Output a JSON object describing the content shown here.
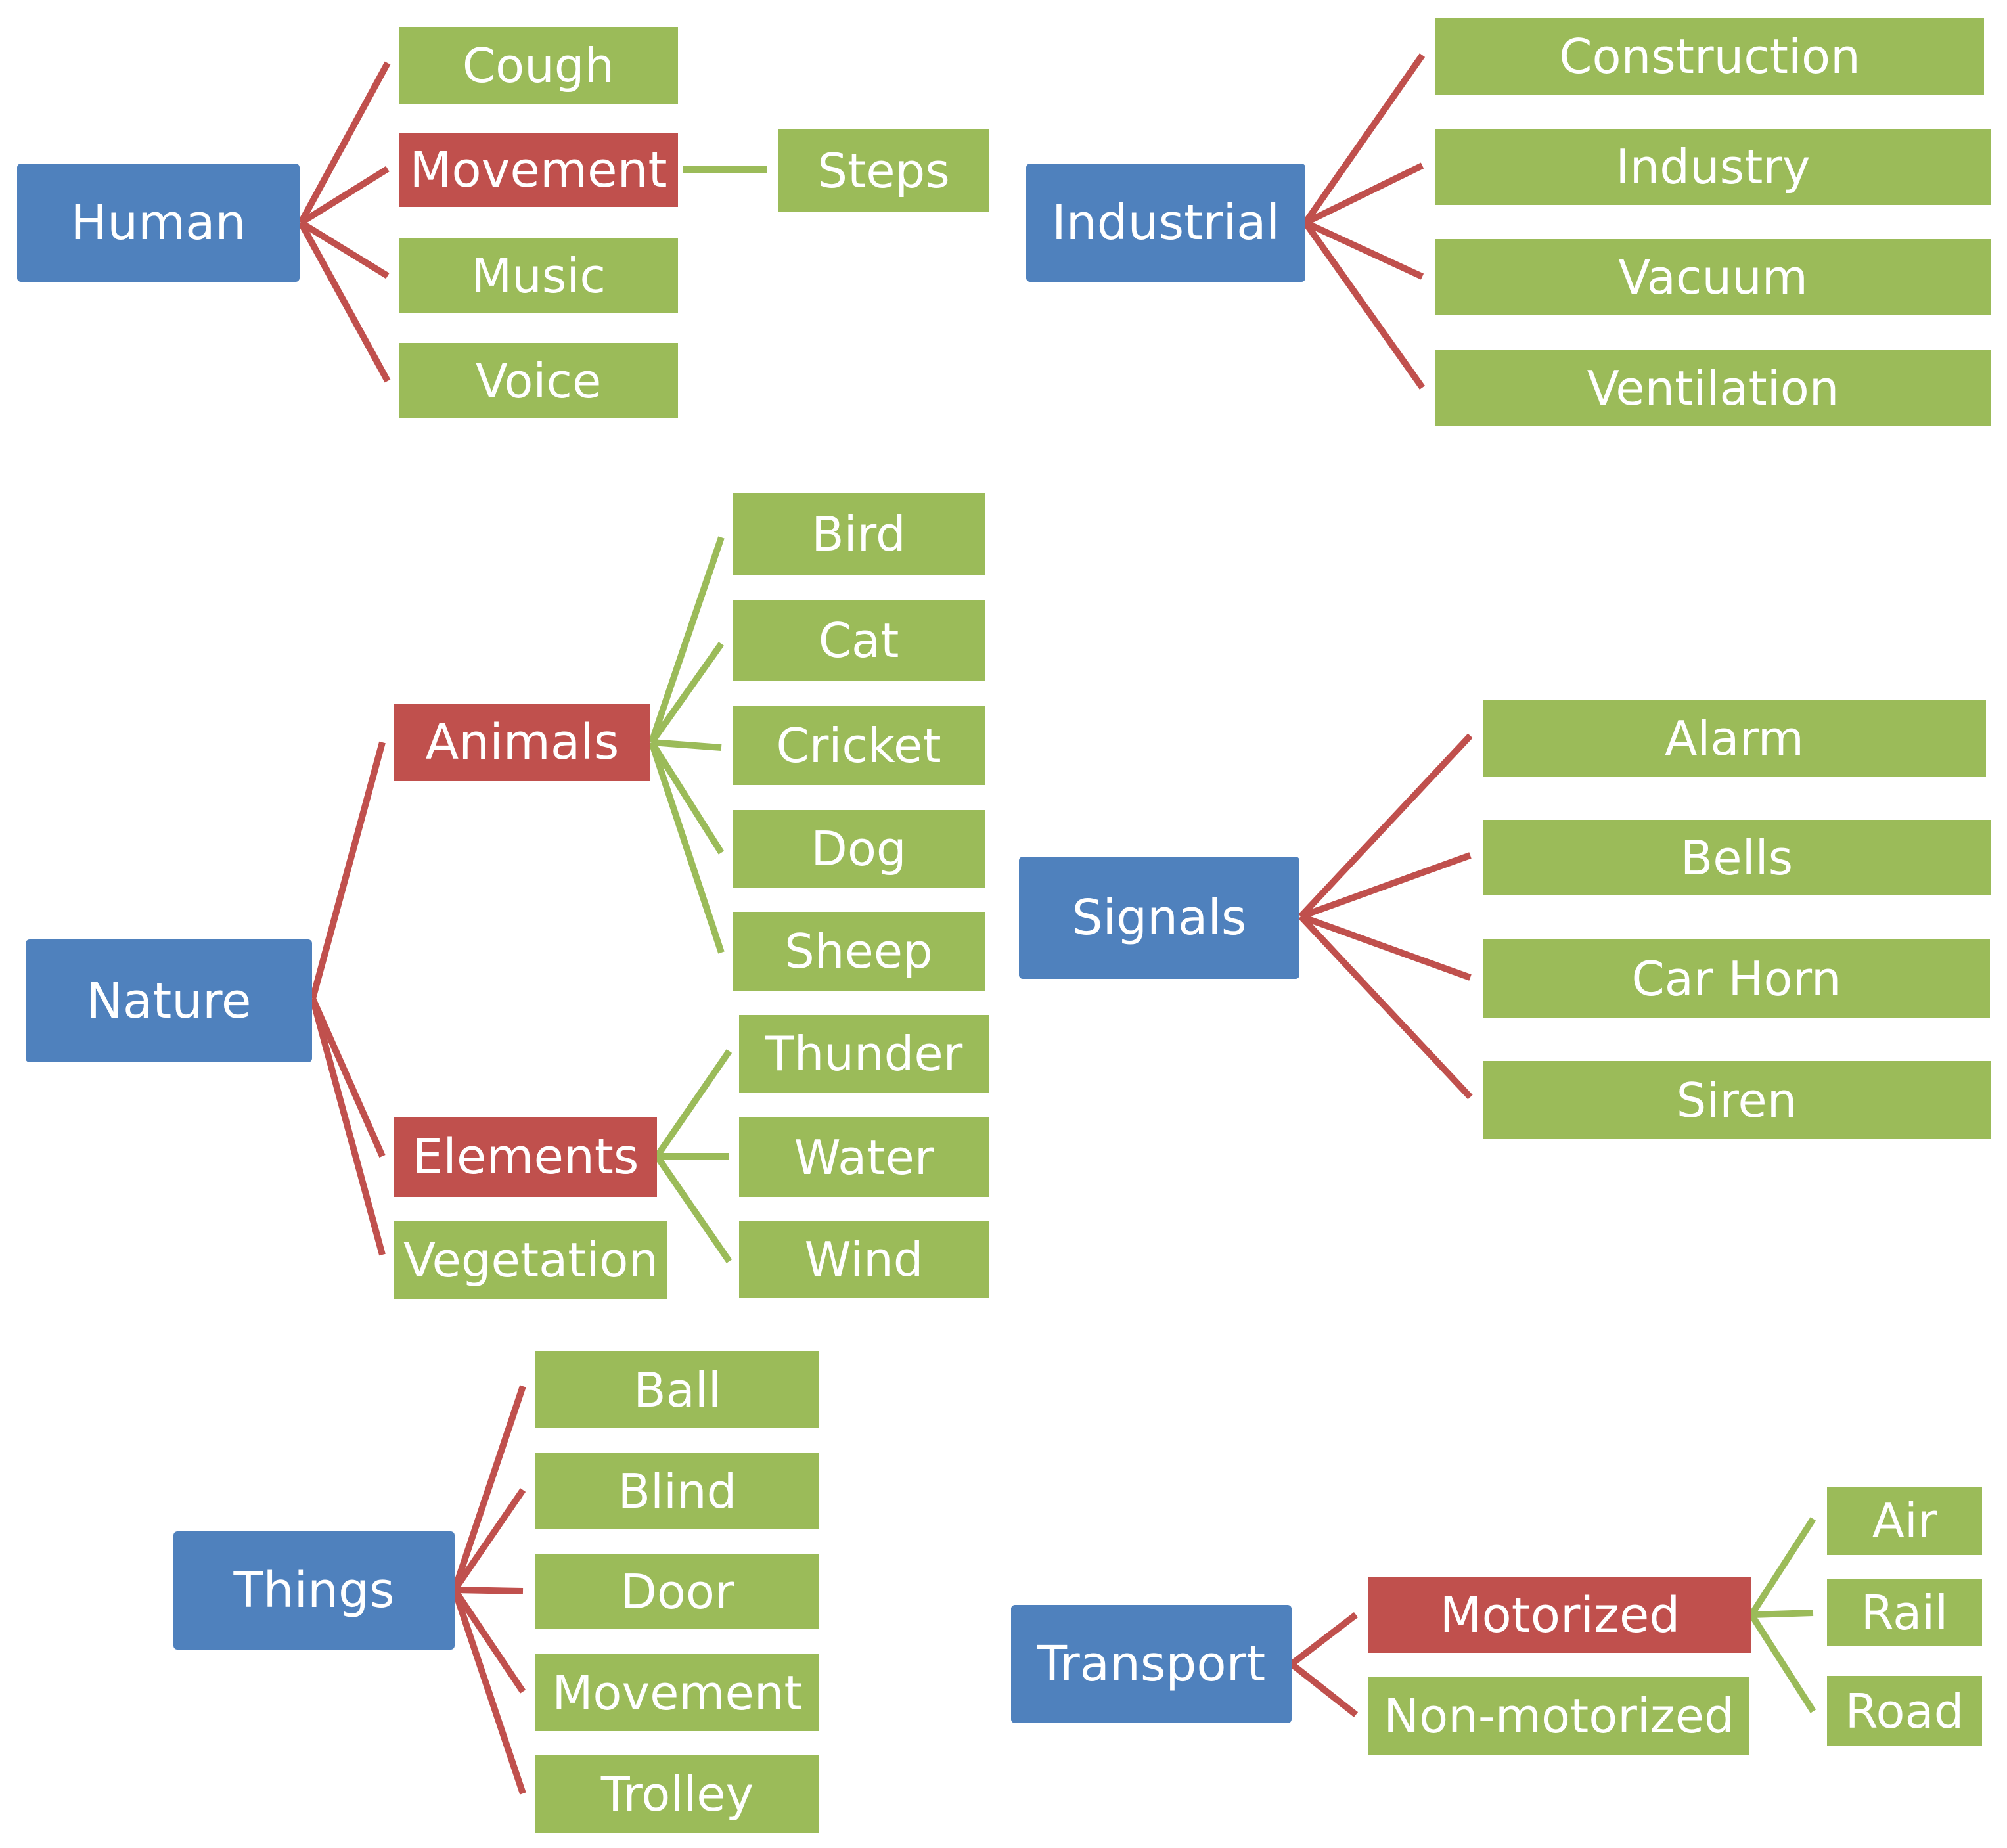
{
  "diagram": {
    "human": {
      "label": "Human",
      "children": [
        "Cough",
        "Movement",
        "Music",
        "Voice"
      ],
      "movement_child": "Steps"
    },
    "industrial": {
      "label": "Industrial",
      "children": [
        "Construction",
        "Industry",
        "Vacuum",
        "Ventilation"
      ]
    },
    "nature": {
      "label": "Nature",
      "animals": {
        "label": "Animals",
        "children": [
          "Bird",
          "Cat",
          "Cricket",
          "Dog",
          "Sheep"
        ]
      },
      "elements": {
        "label": "Elements",
        "children": [
          "Thunder",
          "Water",
          "Wind"
        ]
      },
      "vegetation": "Vegetation"
    },
    "signals": {
      "label": "Signals",
      "children": [
        "Alarm",
        "Bells",
        "Car Horn",
        "Siren"
      ]
    },
    "things": {
      "label": "Things",
      "children": [
        "Ball",
        "Blind",
        "Door",
        "Movement",
        "Trolley"
      ]
    },
    "transport": {
      "label": "Transport",
      "motorized": {
        "label": "Motorized",
        "children": [
          "Air",
          "Rail",
          "Road"
        ]
      },
      "non_motorized": "Non-motorized"
    }
  },
  "colors": {
    "root": "#4f81bd",
    "intermediate": "#c0504d",
    "leaf": "#9bbb59",
    "connector_red": "#c0504d",
    "connector_green": "#9bbb59",
    "text": "#ffffff"
  }
}
